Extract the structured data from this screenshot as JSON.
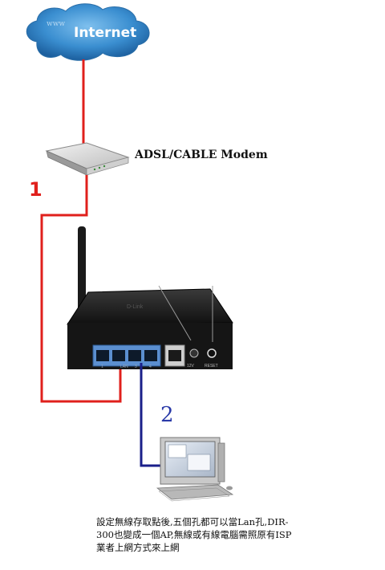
{
  "internet_label": "Internet",
  "cloud_watermark": "www",
  "modem_label": "ADSL/CABLE Modem",
  "step1_label": "1",
  "step2_label": "2",
  "router_brand": "D-Link",
  "router_port_labels": [
    "1",
    "LAN",
    "3",
    "4"
  ],
  "router_power_label": "12V",
  "router_reset_label": "RESET",
  "caption_lines": [
    "設定無線存取點後,五個孔都可以當Lan孔,DIR-",
    "300也變成一個AP,無線或有線電腦需照原有ISP",
    "業者上網方式來上網"
  ],
  "colors": {
    "cable_red": "#e0201c",
    "cable_blue": "#1a1f8a",
    "cloud_blue": "#2f7fc4",
    "router_body": "#151515",
    "port_blue": "#5b8fd0"
  }
}
